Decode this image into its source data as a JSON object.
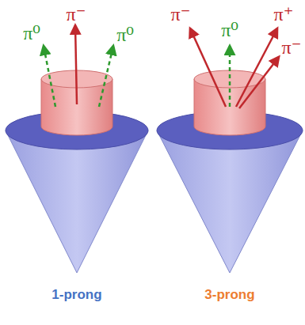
{
  "diagram": {
    "labels": [
      "π⁻",
      "π⁰",
      "π⁰",
      "π⁻",
      "π⁰",
      "π⁺",
      "π⁻",
      "1-prong",
      "3-prong"
    ]
  }
}
